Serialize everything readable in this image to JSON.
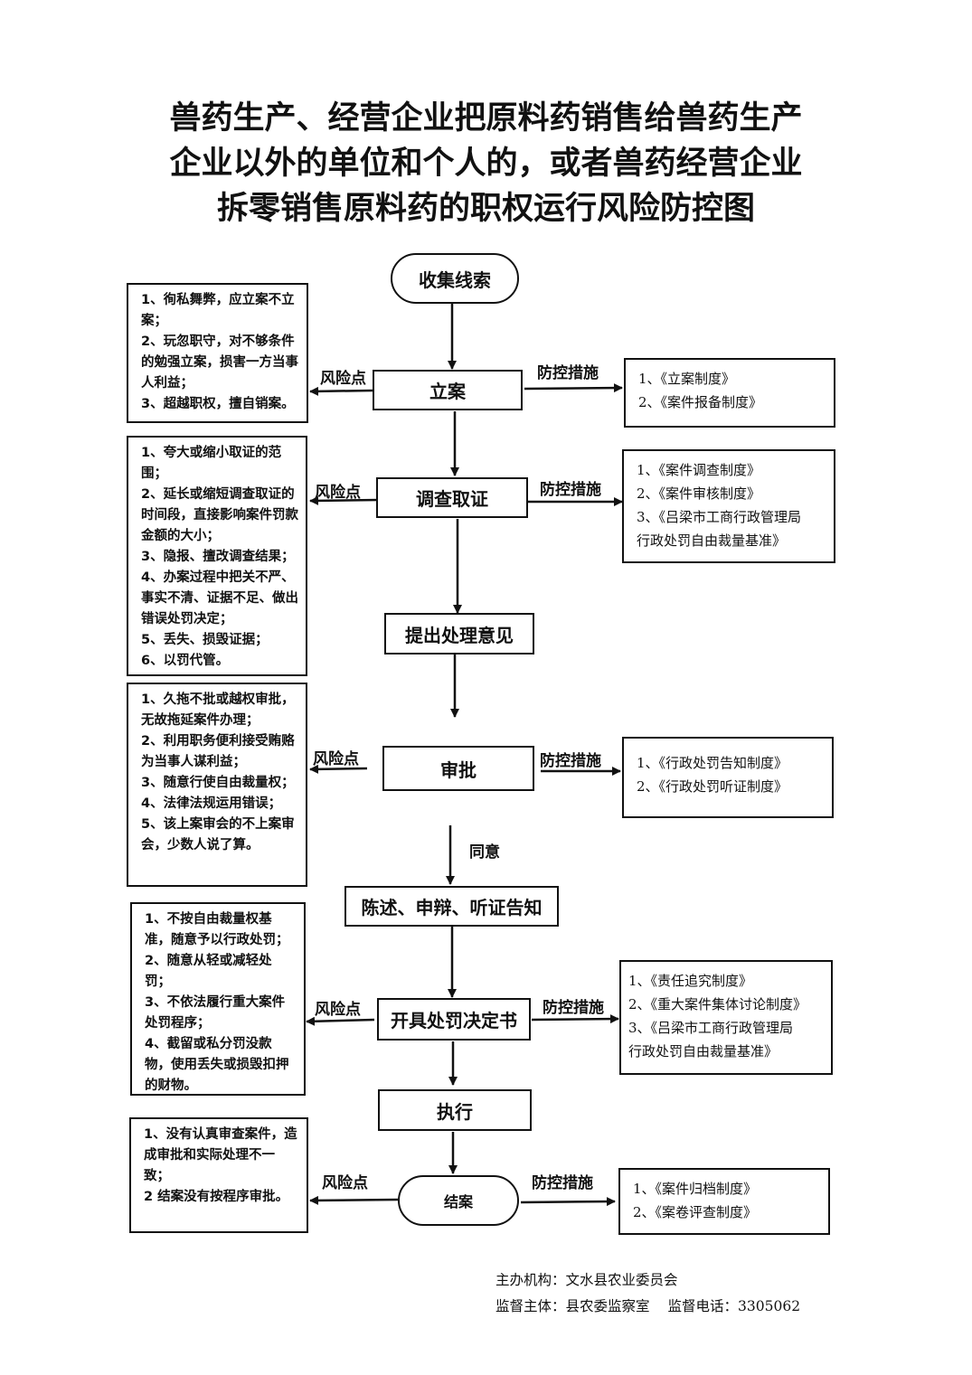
{
  "title": {
    "lines": [
      "兽药生产、经营企业把原料药销售给兽药生产",
      "企业以外的单位和个人的，或者兽药经营企业",
      "拆零销售原料药的职权运行风险防控图"
    ]
  },
  "labels": {
    "risk_point": "风险点",
    "control_measure": "防控措施",
    "agree": "同意"
  },
  "steps": [
    {
      "id": "collect",
      "label": "收集线索"
    },
    {
      "id": "file",
      "label": "立案"
    },
    {
      "id": "investigate",
      "label": "调查取证"
    },
    {
      "id": "propose",
      "label": "提出处理意见"
    },
    {
      "id": "approve",
      "label": "审批"
    },
    {
      "id": "notify",
      "label": "陈述、申辩、听证告知"
    },
    {
      "id": "decision",
      "label": "开具处罚决定书"
    },
    {
      "id": "execute",
      "label": "执行"
    },
    {
      "id": "close",
      "label": "结案"
    }
  ],
  "risks": [
    {
      "step": "立案",
      "items": [
        "1、徇私舞弊，应立案不立案；",
        "2、玩忽职守，对不够条件的勉强立案，损害一方当事人利益；",
        "3、超越职权，擅自销案。"
      ]
    },
    {
      "step": "调查取证",
      "items": [
        "1、夸大或缩小取证的范围；",
        "2、延长或缩短调查取证的时间段，直接影响案件罚款金额的大小；",
        "3、隐报、擅改调查结果；",
        "4、办案过程中把关不严、事实不清、证据不足、做出错误处罚决定；",
        "5、丢失、损毁证据；",
        "6、以罚代管。"
      ]
    },
    {
      "step": "审批",
      "items": [
        "1、久拖不批或越权审批，无故拖延案件办理；",
        "2、利用职务便利接受贿赂为当事人谋利益；",
        "3、随意行使自由裁量权；",
        "4、法律法规运用错误；",
        "5、该上案审会的不上案审会，少数人说了算。"
      ]
    },
    {
      "step": "开具处罚决定书",
      "items": [
        "1、不按自由裁量权基准，随意予以行政处罚；",
        "2、随意从轻或减轻处罚；",
        "3、不依法履行重大案件处罚程序；",
        "4、截留或私分罚没款物，使用丢失或损毁扣押的财物。"
      ]
    },
    {
      "step": "结案",
      "items": [
        "1、没有认真审查案件，造成审批和实际处理不一致；",
        "2 结案没有按程序审批。"
      ]
    }
  ],
  "controls": [
    {
      "step": "立案",
      "items": [
        "1、《立案制度》",
        "2、《案件报备制度》"
      ]
    },
    {
      "step": "调查取证",
      "items": [
        "1、《案件调查制度》",
        "2、《案件审核制度》",
        "3、《吕梁市工商行政管理局",
        "行政处罚自由裁量基准》"
      ]
    },
    {
      "step": "审批",
      "items": [
        "1、《行政处罚告知制度》",
        "2、《行政处罚听证制度》"
      ]
    },
    {
      "step": "开具处罚决定书",
      "items": [
        "1、《责任追究制度》",
        "2、《重大案件集体讨论制度》",
        "3、《吕梁市工商行政管理局",
        "行政处罚自由裁量基准》"
      ]
    },
    {
      "step": "结案",
      "items": [
        "1、《案件归档制度》",
        "2、《案卷评查制度》"
      ]
    }
  ],
  "footer": {
    "organizer_label": "主办机构：",
    "organizer": "文水县农业委员会",
    "supervisor_label": "监督主体：",
    "supervisor": "县农委监察室",
    "phone_label": "监督电话：",
    "phone": "3305062"
  }
}
